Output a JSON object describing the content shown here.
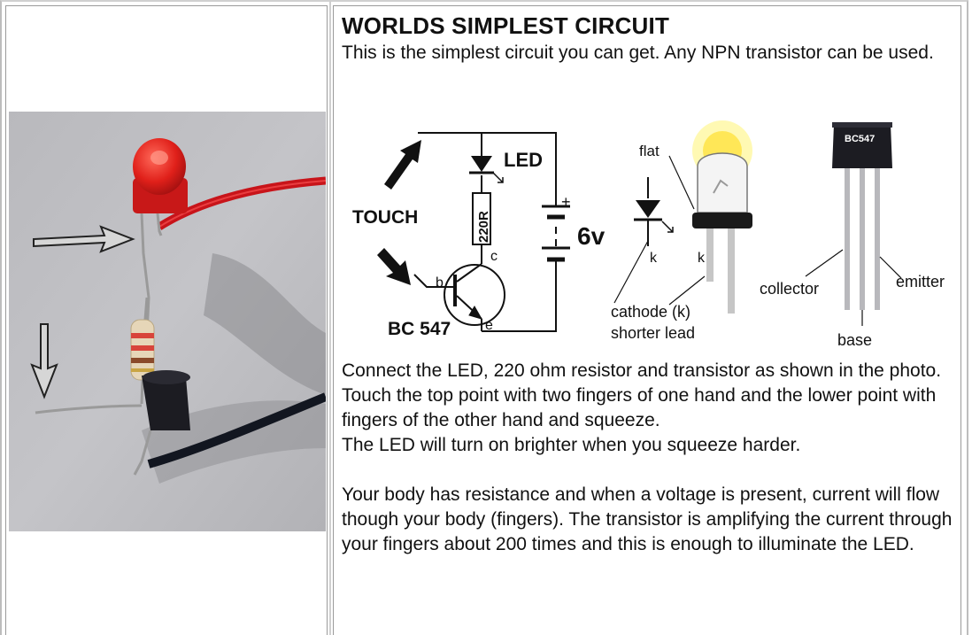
{
  "title": "WORLDS SIMPLEST CIRCUIT",
  "intro": "This is the simplest circuit you can get. Any NPN transistor can be used.",
  "diagram": {
    "schematic": {
      "led": "LED",
      "touch": "TOUCH",
      "resistor": "220R",
      "plus": "+",
      "voltage": "6v",
      "transistor": "BC 547",
      "pin_b": "b",
      "pin_c": "c",
      "pin_e": "e"
    },
    "led_detail": {
      "flat": "flat",
      "k1": "k",
      "k2": "k",
      "cathode": "cathode (k)",
      "shorter": "shorter lead"
    },
    "transistor_detail": {
      "marking": "BC547",
      "collector": "collector",
      "emitter": "emitter",
      "base": "base"
    }
  },
  "paragraphs": [
    "Connect the LED, 220 ohm resistor and transistor as shown in the photo.",
    "Touch the top point with two fingers of one hand and the lower point with",
    "fingers of the other hand and squeeze.",
    "The LED will turn on brighter when you squeeze harder.",
    "Your body has resistance and when a voltage is present, current will flow though your body (fingers). The transistor is amplifying the current through your fingers about 200 times and this is enough to illuminate the LED."
  ]
}
